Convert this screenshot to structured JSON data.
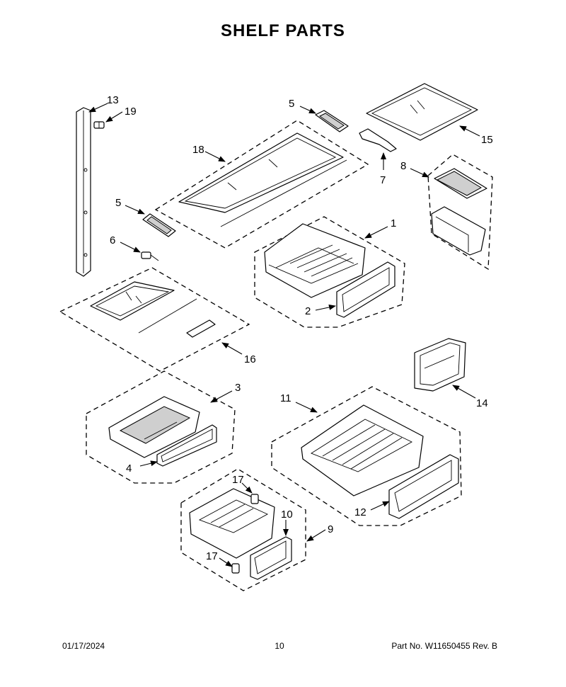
{
  "page": {
    "title": "SHELF PARTS",
    "footer": {
      "date": "01/17/2024",
      "page_number": "10",
      "part_number": "Part No.  W11650455   Rev.  B"
    }
  },
  "callouts": {
    "c1": "1",
    "c2": "2",
    "c3": "3",
    "c4": "4",
    "c5a": "5",
    "c5b": "5",
    "c6": "6",
    "c7": "7",
    "c8": "8",
    "c9": "9",
    "c10": "10",
    "c11": "11",
    "c12": "12",
    "c13": "13",
    "c14": "14",
    "c15": "15",
    "c16": "16",
    "c17a": "17",
    "c17b": "17",
    "c18": "18",
    "c19": "19"
  }
}
